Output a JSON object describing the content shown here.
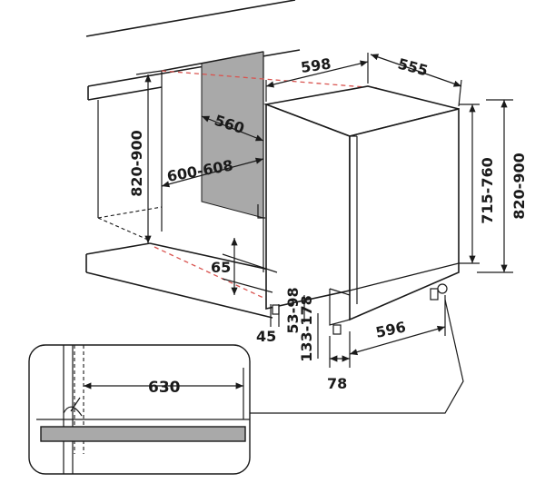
{
  "colors": {
    "line": "#1a1a1a",
    "wall_panel": "#a9a9a9",
    "red_dash": "#d9534f",
    "inset_bar": "#a9a9a9"
  },
  "dimensions": {
    "width_top": "598",
    "depth_top": "555",
    "panel_width": "560",
    "niche_depth": "600-608",
    "niche_height_left": "820-900",
    "appliance_height": "715-760",
    "niche_height_right": "820-900",
    "plinth_65": "65",
    "plinth_45": "45",
    "plinth_53_98": "53-98",
    "plinth_133_178": "133-178",
    "base_width": "596",
    "foot_78": "78",
    "inset_630": "630"
  }
}
